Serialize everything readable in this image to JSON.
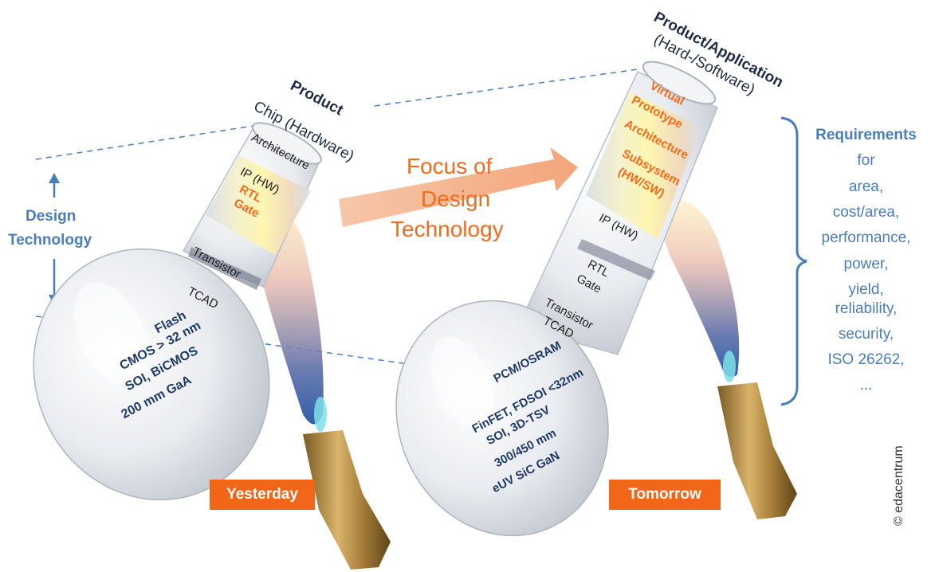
{
  "colors": {
    "blue": "#4a7ebb",
    "dark_blue": "#1f3a64",
    "orange": "#f26b1d",
    "badge_orange": "#f2661a",
    "flask_glass": "#e4e7ec",
    "burner_brass": "#b08a45"
  },
  "yesterday": {
    "product_title": "Product",
    "product_subtitle": "Chip (Hardware)",
    "levels": {
      "architecture": "Architecture",
      "ip_hw": "IP (HW)",
      "rtl": "RTL",
      "gate": "Gate",
      "transistor": "Transistor",
      "tcad": "TCAD"
    },
    "technologies": [
      "Flash",
      "CMOS > 32 nm",
      "SOI, BiCMOS",
      "200 mm   GaA"
    ],
    "badge": "Yesterday"
  },
  "design_technology": {
    "line1": "Design",
    "line2": "Technology"
  },
  "focus": {
    "line1": "Focus of",
    "line2": "Design",
    "line3": "Technology"
  },
  "tomorrow": {
    "product_title": "Product/Application",
    "product_subtitle": "(Hard-/Software)",
    "levels": {
      "virtual": "Virtual",
      "prototype": "Prototype",
      "architecture": "Architecture",
      "subsystem": "Subsystem",
      "hw_sw": "(HW/SW)",
      "ip_hw": "IP (HW)",
      "rtl": "RTL",
      "gate": "Gate",
      "transistor": "Transistor",
      "tcad": "TCAD"
    },
    "technologies": [
      "PCM/OSRAM",
      "FinFET, FDSOI <32nm",
      "SOI,   3D-TSV",
      "300/450 mm",
      "eUV    SiC  GaN"
    ],
    "badge": "Tomorrow"
  },
  "requirements": {
    "title": "Requirements",
    "items": [
      "for",
      "area,",
      "cost/area,",
      "performance,",
      "power,",
      "yield,",
      "reliability,",
      "security,",
      "ISO 26262,",
      "..."
    ]
  },
  "copyright": "© edacentrum"
}
